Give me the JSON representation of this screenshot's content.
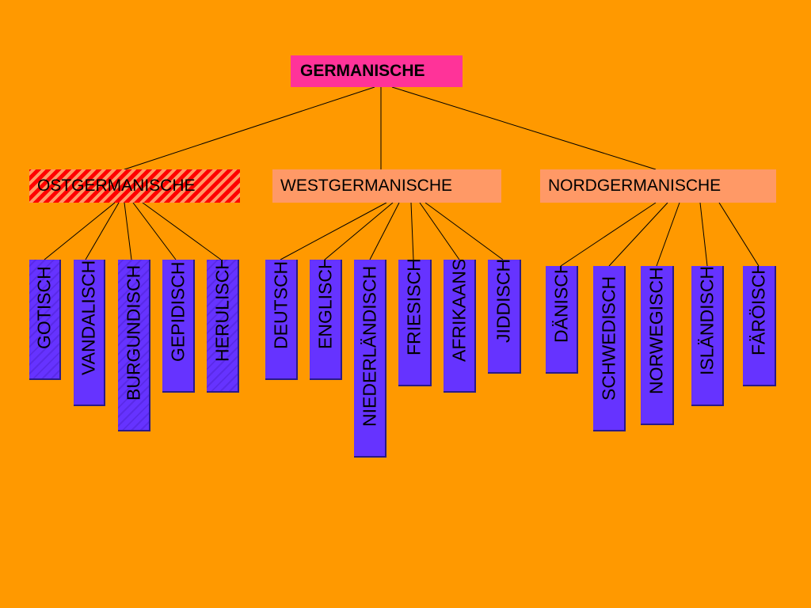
{
  "colors": {
    "background": "#FF9900",
    "root": "#FF3399",
    "branch": "#FF9966",
    "branch_hatch": "#FF0000",
    "leaf": "#6633FF"
  },
  "root": {
    "label": "GERMANISCHE"
  },
  "branches": [
    {
      "label": "OSTGERMANISCHE",
      "leaves": [
        "GOTISCH",
        "VANDALISCH",
        "BURGUNDISCH",
        "GEPIDISCH",
        "HERULISCH"
      ]
    },
    {
      "label": "WESTGERMANISCHE",
      "leaves": [
        "DEUTSCH",
        "ENGLISCH",
        "NIEDERLÄNDISCH",
        "FRIESISCH",
        "AFRIKAANS",
        "JIDDISCH"
      ]
    },
    {
      "label": "NORDGERMANISCHE",
      "leaves": [
        "DÄNISCH",
        "SCHWEDISCH",
        "NORWEGISCH",
        "ISLÄNDISCH",
        "FÄRÖISCH"
      ]
    }
  ]
}
